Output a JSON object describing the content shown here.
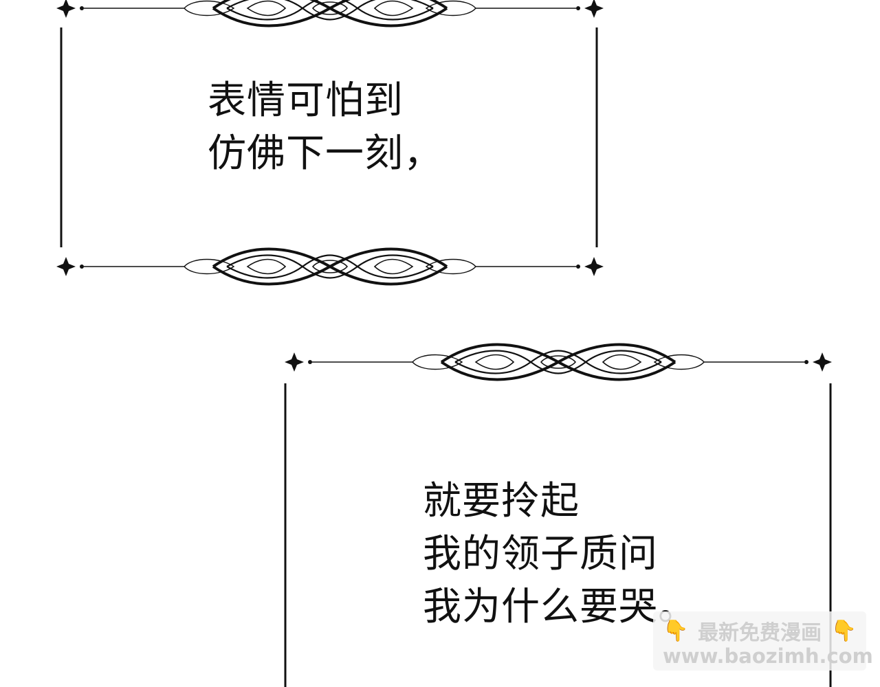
{
  "panel_1": {
    "lines": [
      "表情可怕到",
      "仿佛下一刻，"
    ]
  },
  "panel_2": {
    "lines": [
      "就要拎起",
      "我的领子质问",
      "我为什么要哭。"
    ]
  },
  "watermark": {
    "icon_left": "pointing-down-hand-icon",
    "title": "最新免费漫画",
    "icon_right": "pointing-down-hand-icon",
    "url": "www.baozimh.com"
  },
  "colors": {
    "ink": "#111111",
    "background": "#ffffff",
    "watermark_text": "#cfcfcf",
    "watermark_icon": "#f3b53a"
  }
}
